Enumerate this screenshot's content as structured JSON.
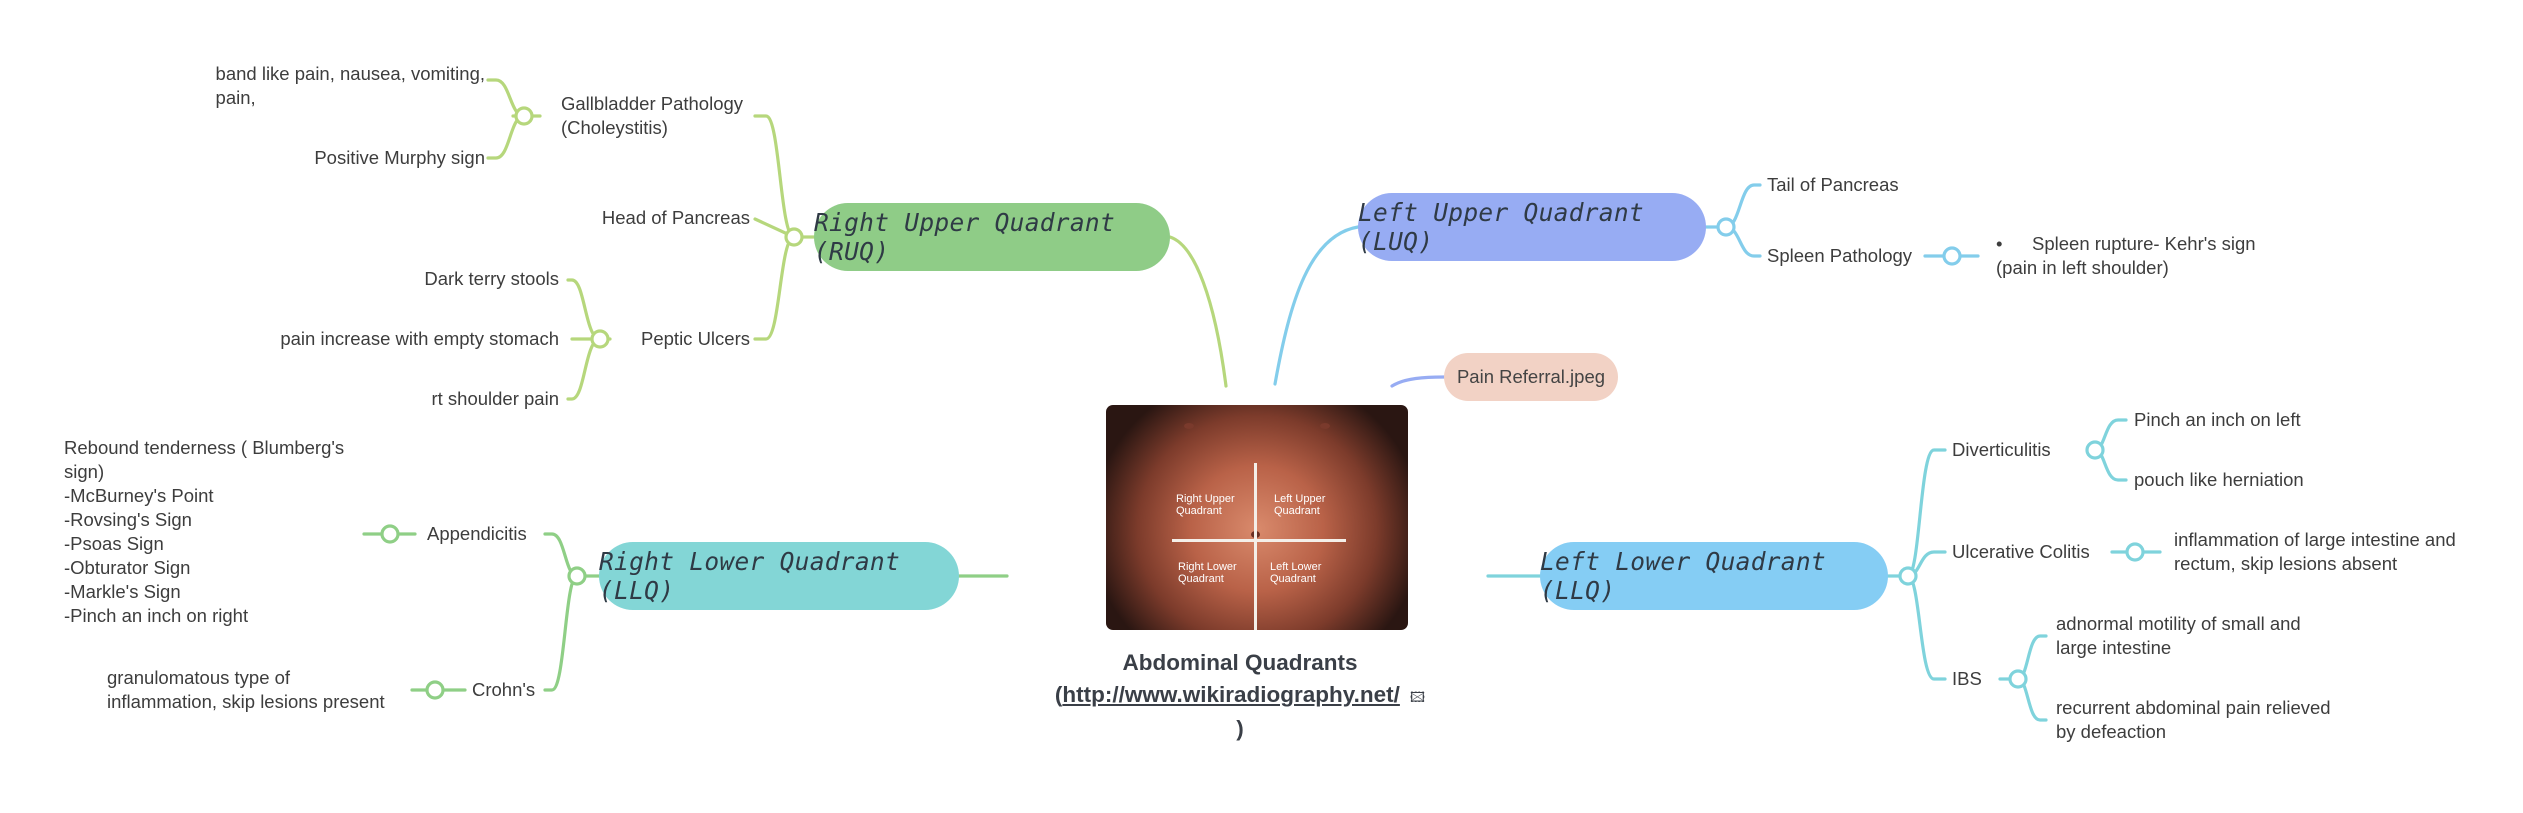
{
  "colors": {
    "ruq": "#8fcc87",
    "ruq_line": "#b6d77c",
    "luq": "#97acf3",
    "luq_line": "#83cdeb",
    "rlq": "#83d6d6",
    "rlq_line": "#8fcf86",
    "llq": "#85cdf4",
    "llq_line": "#7fd3dc",
    "pain_referral": "#f2d2c5"
  },
  "central": {
    "title": "Abdominal Quadrants",
    "link_open": "(",
    "link": "http://www.wikiradiography.net/",
    "link_close": ")",
    "attachment_icon": "image-icon",
    "image_labels": {
      "right_upper": [
        "Right Upper",
        "Quadrant"
      ],
      "left_upper": [
        "Left Upper",
        "Quadrant"
      ],
      "right_lower": [
        "Right Lower",
        "Quadrant"
      ],
      "left_lower": [
        "Left Lower",
        "Quadrant"
      ]
    }
  },
  "pain_referral": "Pain Referral.jpeg",
  "ruq": {
    "label": "Right Upper Quadrant (RUQ)",
    "gallbladder": {
      "label": [
        "Gallbladder Pathology",
        "(Choleystitis)"
      ],
      "children": [
        [
          "band like pain, nausea, vomiting,",
          "pain,"
        ],
        [
          "Positive Murphy sign"
        ]
      ]
    },
    "head_of_pancreas": "Head of Pancreas",
    "peptic_ulcers": {
      "label": "Peptic Ulcers",
      "children": [
        "Dark terry stools",
        "pain increase with empty stomach",
        "rt shoulder pain"
      ]
    }
  },
  "luq": {
    "label": "Left Upper Quadrant (LUQ)",
    "tail_of_pancreas": "Tail of Pancreas",
    "spleen": {
      "label": "Spleen Pathology",
      "bullet": "•",
      "child": [
        "Spleen rupture- Kehr's sign",
        "(pain in left shoulder)"
      ]
    }
  },
  "rlq": {
    "label": "Right Lower Quadrant (LLQ)",
    "appendicitis": {
      "label": "Appendicitis",
      "note": [
        "Rebound tenderness ( Blumberg's",
        "sign)",
        "-McBurney's Point",
        "-Rovsing's Sign",
        "-Psoas Sign",
        "-Obturator Sign",
        "-Markle's Sign",
        "-Pinch an inch on right"
      ]
    },
    "crohns": {
      "label": "Crohn's",
      "note": [
        "granulomatous type of",
        "inflammation, skip lesions present"
      ]
    }
  },
  "llq": {
    "label": "Left Lower Quadrant (LLQ)",
    "diverticulitis": {
      "label": "Diverticulitis",
      "children": [
        "Pinch an inch on left",
        "pouch like herniation"
      ]
    },
    "ulcerative_colitis": {
      "label": "Ulcerative Colitis",
      "child": [
        "inflammation of large intestine and",
        "rectum, skip lesions absent"
      ]
    },
    "ibs": {
      "label": "IBS",
      "children": [
        [
          "adnormal motility of small and",
          "large intestine"
        ],
        [
          "recurrent abdominal pain relieved",
          "by defeaction"
        ]
      ]
    }
  }
}
